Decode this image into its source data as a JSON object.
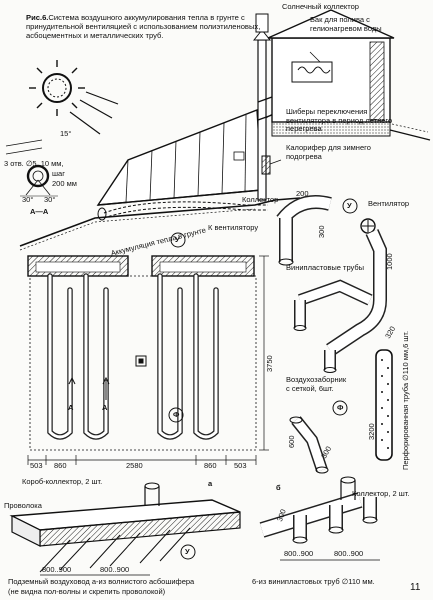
{
  "caption": {
    "figure_label": "Рис.6.",
    "text": "Система воздушного аккумулирования тепла в грунте с принудительной вентиляцией с использованием полиэтиленовых, асбоцементных и металлических труб."
  },
  "top_labels": {
    "solar_collector": "Солнечный коллектор",
    "tank": "Бак для полива с гелионагревом воды",
    "gates": "Шиберы переключения вентилятора в период летнего перегрева",
    "heater": "Калорифер для зимнего подогрева",
    "collector": "Коллектор",
    "accumulation": "Аккумуляция тепла в грунте",
    "to_fan": "К вентилятору",
    "fan": "Вентилятор",
    "vinyl_pipes": "Винипластовые трубы",
    "air_intake": "Воздухозаборник с сеткой, 6шт.",
    "perforated_pipe": "Перфорированная труба ∅110 мм,6 шт.",
    "box_collector": "Короб-коллектор, 2 шт.",
    "wire": "Проволока",
    "collector_2": "Коллектор, 2 шт.",
    "underground_duct": "Подземный воздуховод а-из волнистого асбошифера",
    "underground_duct_note": "(не видна пол-волны и скрепить проволокой)",
    "vinyl_pipes_6": "6-из винипластовых труб ∅110 мм."
  },
  "pipe_spec": {
    "holes": "3 отв. ∅5..10 мм,",
    "step": "шаг",
    "step_value": "200 мм",
    "angle_top": "15°",
    "angle_left": "30°",
    "angle_right": "30°",
    "section": "А—А"
  },
  "markers": {
    "u": "У",
    "f": "Ф",
    "a": "А",
    "a_lower": "а",
    "b": "б"
  },
  "dimensions": {
    "plan_widths": [
      "503",
      "860",
      "2580",
      "860",
      "503"
    ],
    "plan_height": "3750",
    "fan_height": "1000",
    "bend_w": "200",
    "bend_h": "300",
    "pipe_320": "320",
    "pipe_600": "600",
    "pipe_300": "300",
    "pipe_3200": "3200",
    "duct_a": [
      "800..900",
      "800..900"
    ],
    "duct_b": [
      "800..900",
      "800..900"
    ],
    "duct_b_300": "300"
  },
  "page_number": "11"
}
